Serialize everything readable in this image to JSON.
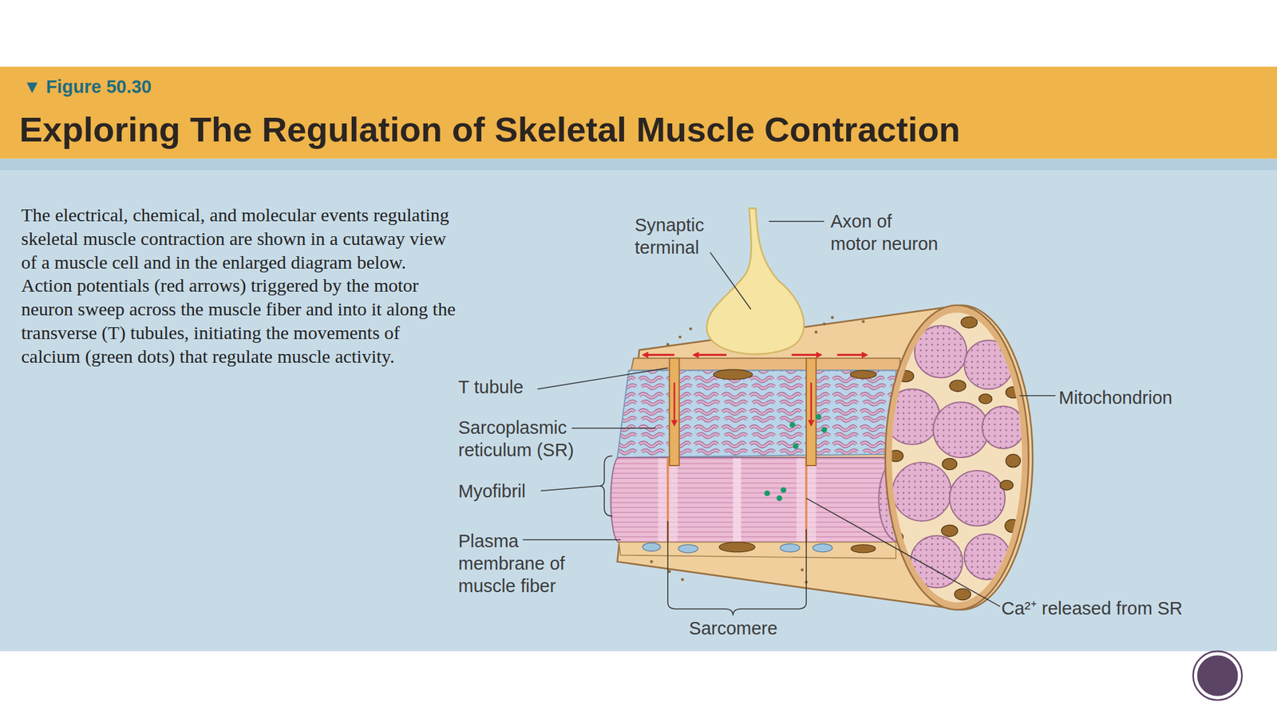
{
  "diagram": {
    "title": "Exploring The Regulation of Skeletal Muscle Contraction",
    "caption": "The electrical, chemical, and molecular events regulating skeletal muscle contraction are shown in a cutaway view of a muscle cell and in the enlarged diagram below. Action potentials (red arrows) triggered by the motor neuron sweep across the muscle fiber and into it along the transverse (T) tubules, initiating the movements of calcium (green dots) that regulate muscle activity.",
    "labels": [
      "▼ Figure 50.30",
      "Synaptic terminal",
      "Axon of motor neuron",
      "T tubule",
      "Sarcoplasmic reticulum (SR)",
      "Myofibril",
      "Plasma membrane of muscle fiber",
      "Mitochondrion",
      "Ca²⁺ released from SR",
      "Sarcomere"
    ]
  }
}
